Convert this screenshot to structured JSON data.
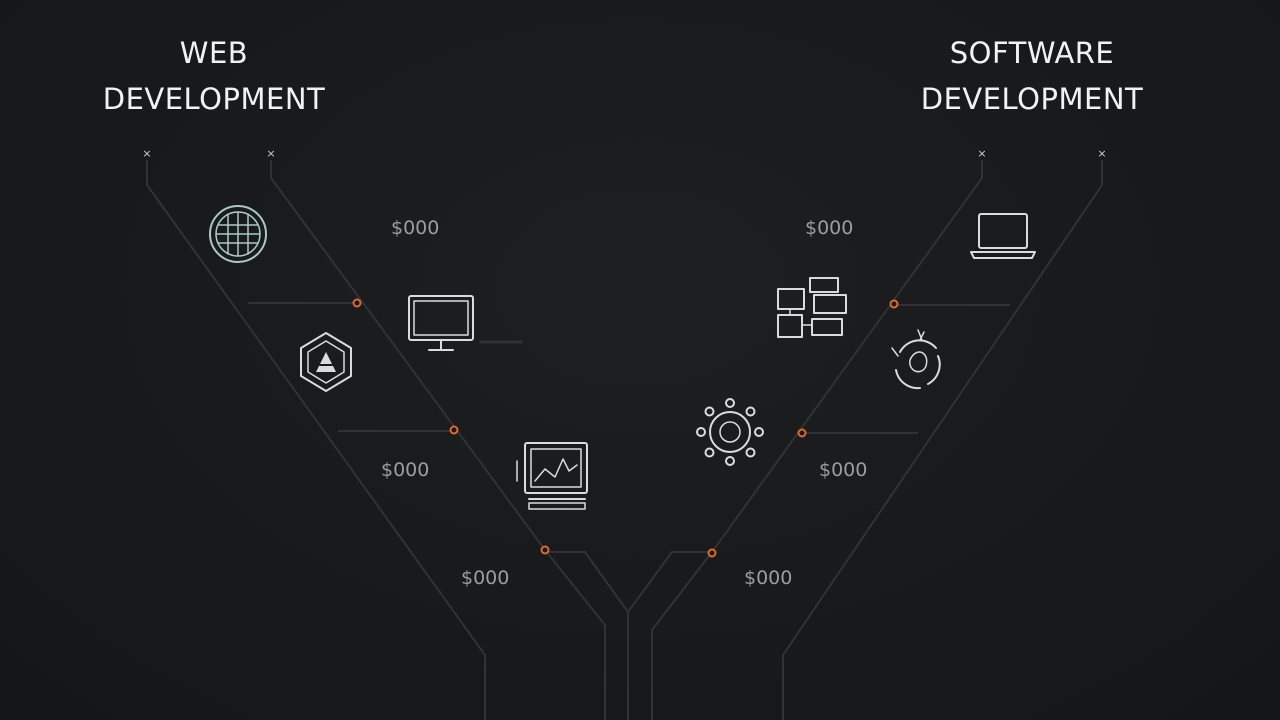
{
  "left_branch": {
    "title_line1": "WEB",
    "title_line2": "DEVELOPMENT",
    "prices": [
      "$000",
      "$000",
      "$000"
    ],
    "icons": [
      "globe-icon",
      "monitor-icon",
      "hexagon-logo-icon",
      "chart-screen-icon"
    ]
  },
  "right_branch": {
    "title_line1": "SOFTWARE",
    "title_line2": "DEVELOPMENT",
    "prices": [
      "$000",
      "$000",
      "$000"
    ],
    "icons": [
      "laptop-icon",
      "server-blocks-icon",
      "cycle-leaf-icon",
      "gear-icon"
    ]
  },
  "colors": {
    "background": "#17191b",
    "line": "#3a3d41",
    "accent_node": "#e06a2c",
    "text": "#f2f2f2",
    "muted_text": "#9a9da1",
    "icon_stroke": "#d9dcdf"
  }
}
